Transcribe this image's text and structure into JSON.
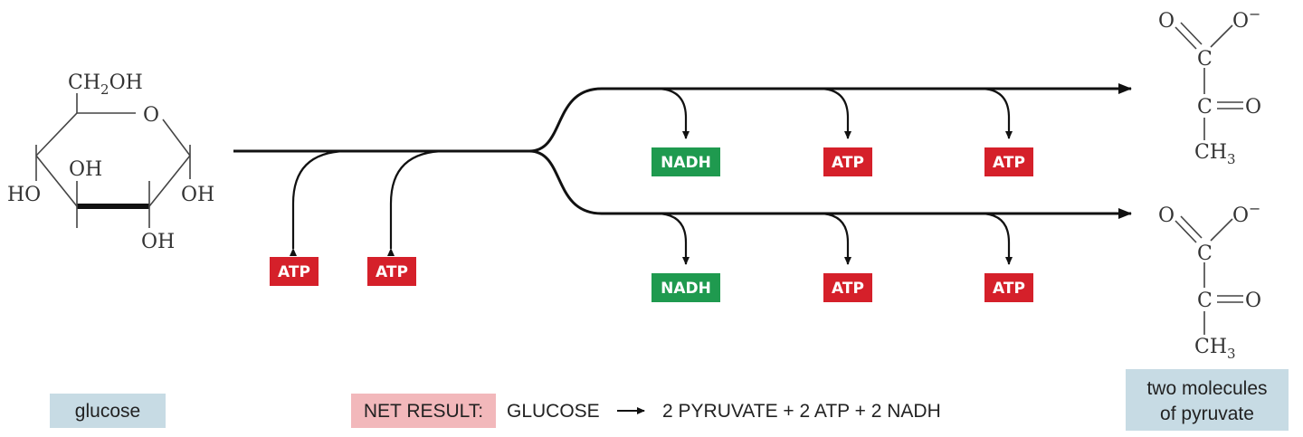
{
  "glucose": {
    "ch2oh": "CH",
    "ch2oh_sub": "2",
    "ch2oh_tail": "OH",
    "ring_o": "O",
    "oh_top": "OH",
    "oh_right": "OH",
    "oh_bottom": "OH",
    "ho_left": "HO"
  },
  "pyruvate": {
    "o": "O",
    "o_minus": "O",
    "minus": "−",
    "c": "C",
    "eq_o": "O",
    "ch3": "CH",
    "ch3_sub": "3"
  },
  "inputs": [
    "ATP",
    "ATP"
  ],
  "top_outputs": [
    "NADH",
    "ATP",
    "ATP"
  ],
  "bottom_outputs": [
    "NADH",
    "ATP",
    "ATP"
  ],
  "captions": {
    "glucose": "glucose",
    "pyruvate_line1": "two molecules",
    "pyruvate_line2": "of pyruvate"
  },
  "net": {
    "label": "NET RESULT:",
    "reactant": "GLUCOSE",
    "products": "2 PYRUVATE + 2 ATP + 2 NADH"
  },
  "colors": {
    "atp": "#d5202a",
    "nadh": "#1f9a4f",
    "caption_bg": "#c7dbe4",
    "net_bg": "#f2b8bb"
  }
}
